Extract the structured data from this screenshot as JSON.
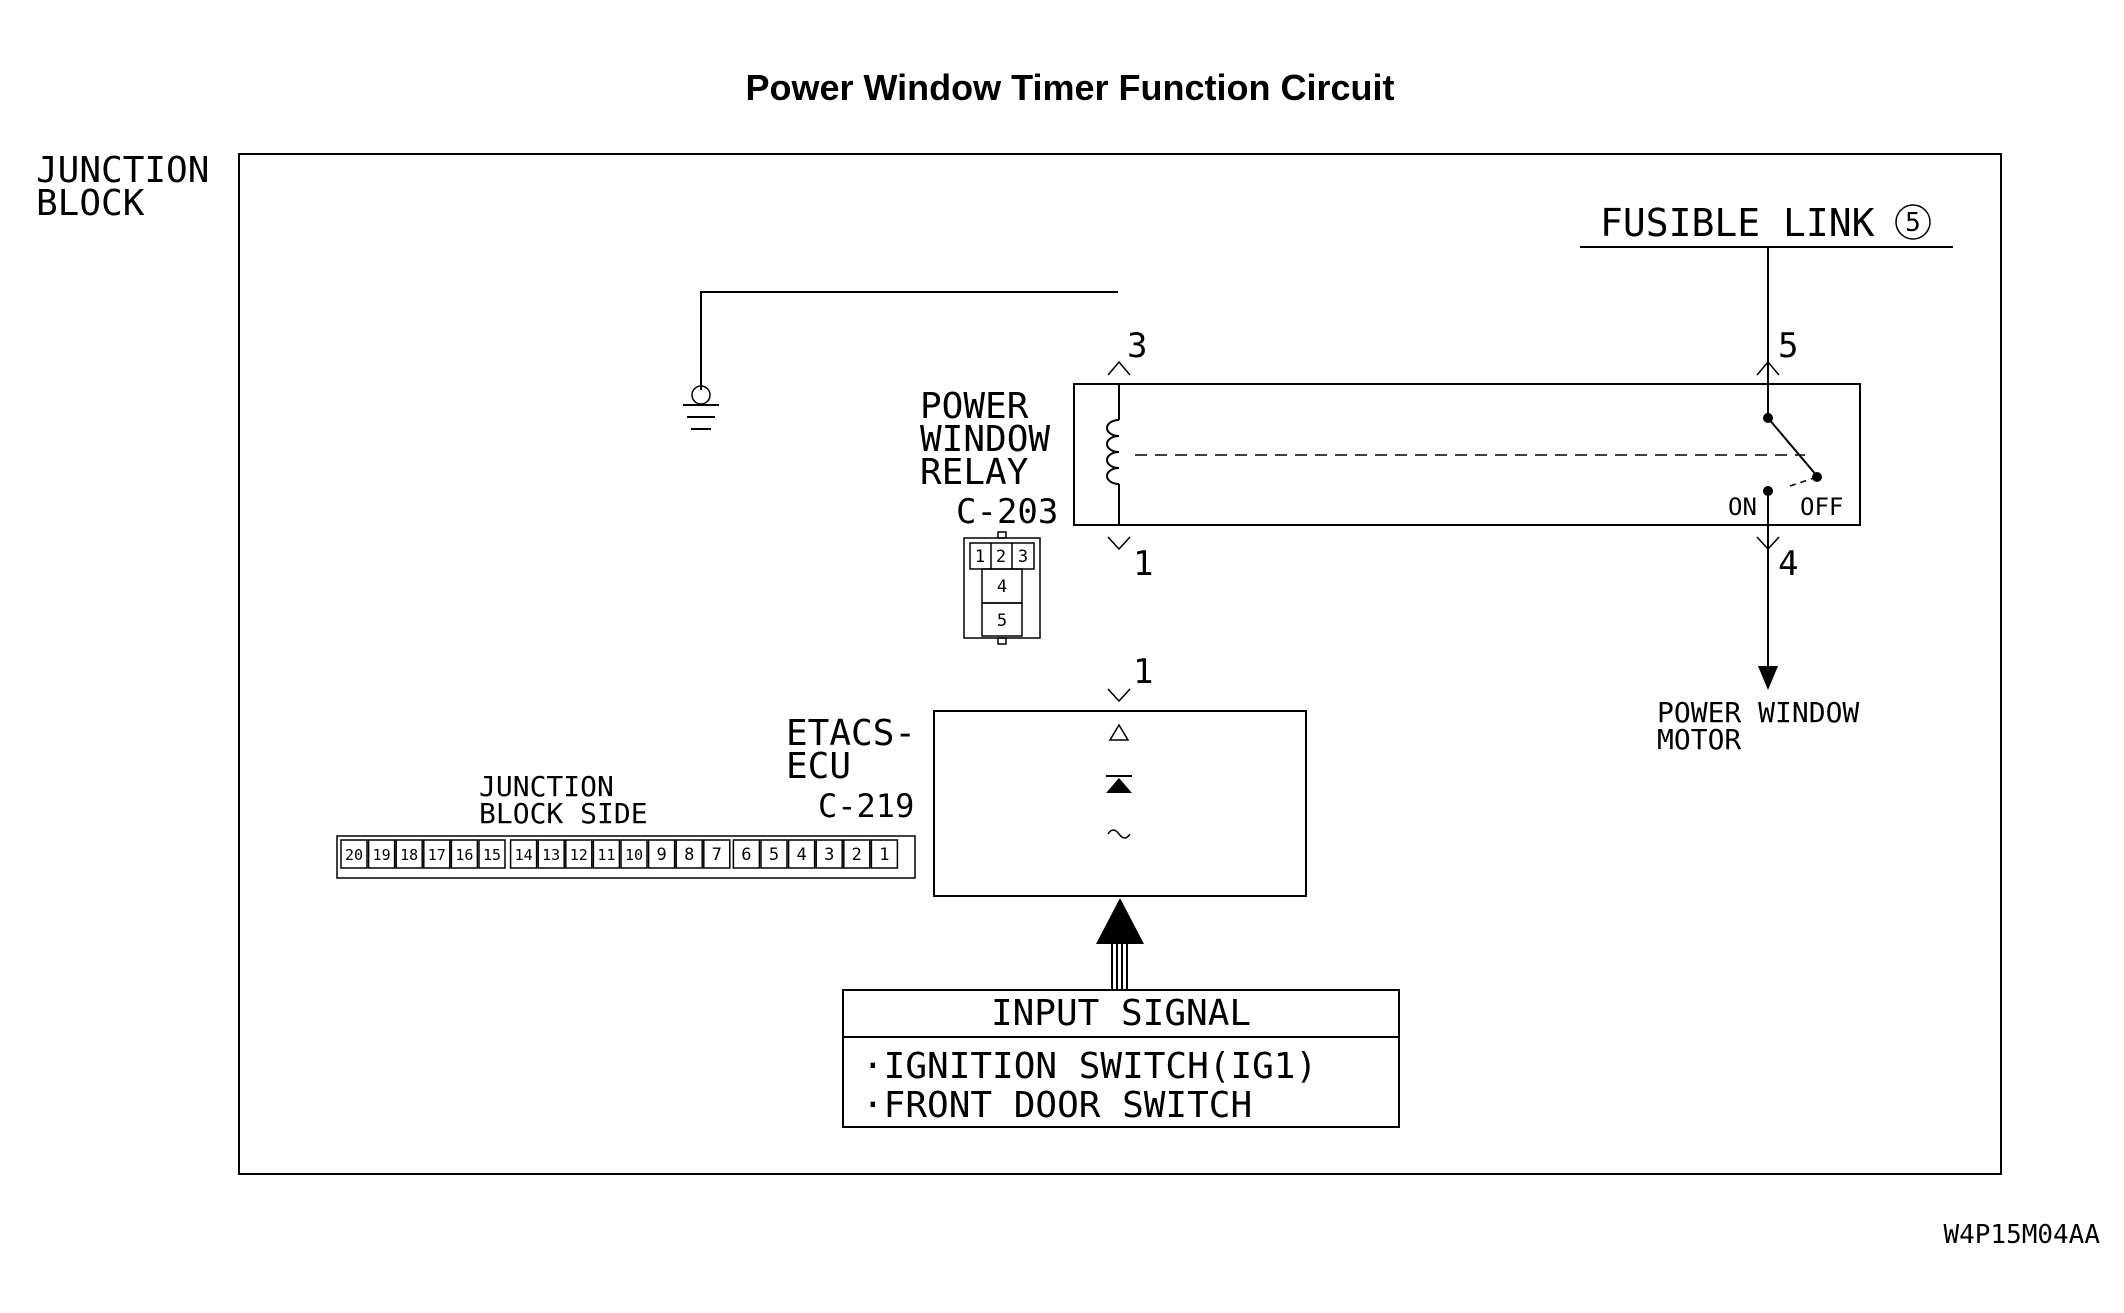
{
  "title": "Power Window Timer Function Circuit",
  "junction_block_label": [
    "JUNCTION",
    "BLOCK"
  ],
  "fusible_link": {
    "text": "FUSIBLE LINK",
    "number": "5"
  },
  "relay": {
    "label": [
      "POWER",
      "WINDOW",
      "RELAY"
    ],
    "connector": "C-203",
    "pins": {
      "p3": "3",
      "p5": "5",
      "p1": "1",
      "p4": "4"
    },
    "connector_pins": [
      "1",
      "2",
      "3",
      "4",
      "5"
    ],
    "switch_on": "ON",
    "switch_off": "OFF"
  },
  "motor_label": [
    "POWER WINDOW",
    "MOTOR"
  ],
  "ecu": {
    "label": [
      "ETACS-",
      "ECU"
    ],
    "connector": "C-219",
    "pin": "1"
  },
  "junction_block_side": {
    "label": [
      "JUNCTION",
      "BLOCK SIDE"
    ],
    "pins": [
      "20",
      "19",
      "18",
      "17",
      "16",
      "15",
      "14",
      "13",
      "12",
      "11",
      "10",
      "9",
      "8",
      "7",
      "6",
      "5",
      "4",
      "3",
      "2",
      "1"
    ]
  },
  "input_signal": {
    "header": "INPUT SIGNAL",
    "items": [
      "·IGNITION SWITCH(IG1)",
      "·FRONT DOOR SWITCH"
    ]
  },
  "figure_code": "W4P15M04AA"
}
